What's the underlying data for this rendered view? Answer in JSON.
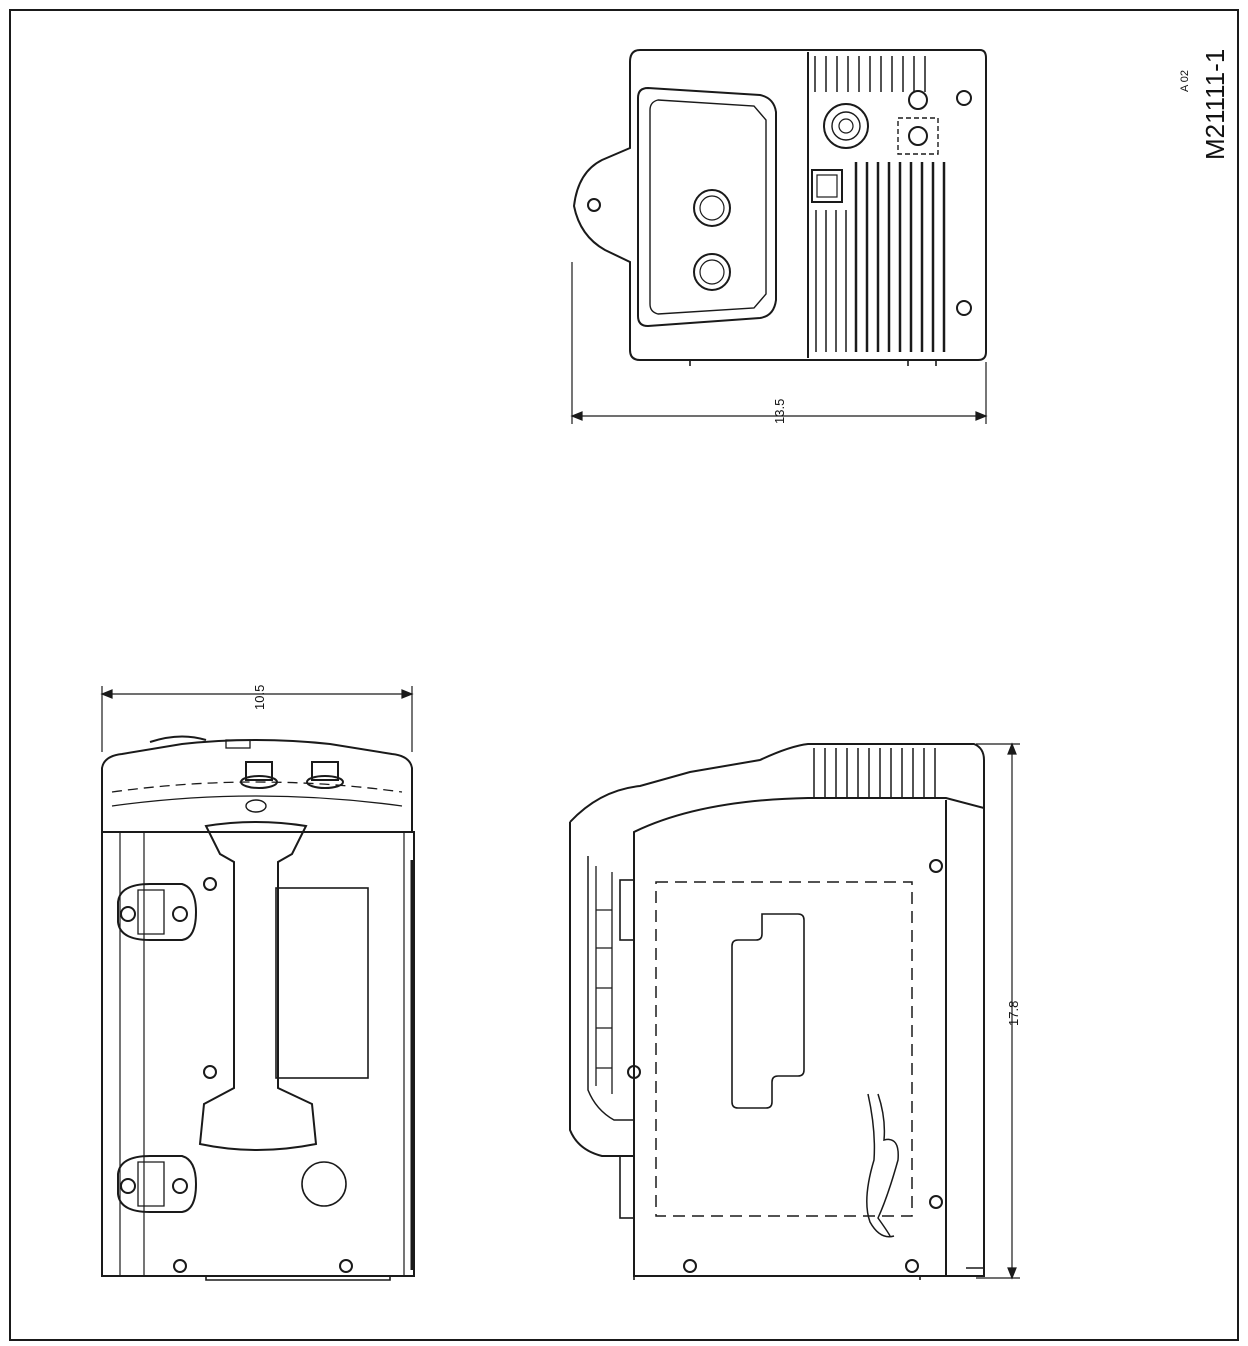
{
  "sheet": {
    "drawing_code": "M21111-1",
    "revision": "A 02"
  },
  "dimensions": {
    "top_view_width": "13.5",
    "front_view_width": "10.5",
    "side_view_height": "17.8"
  },
  "colors": {
    "line": "#1a1a1a",
    "paper": "#ffffff"
  }
}
